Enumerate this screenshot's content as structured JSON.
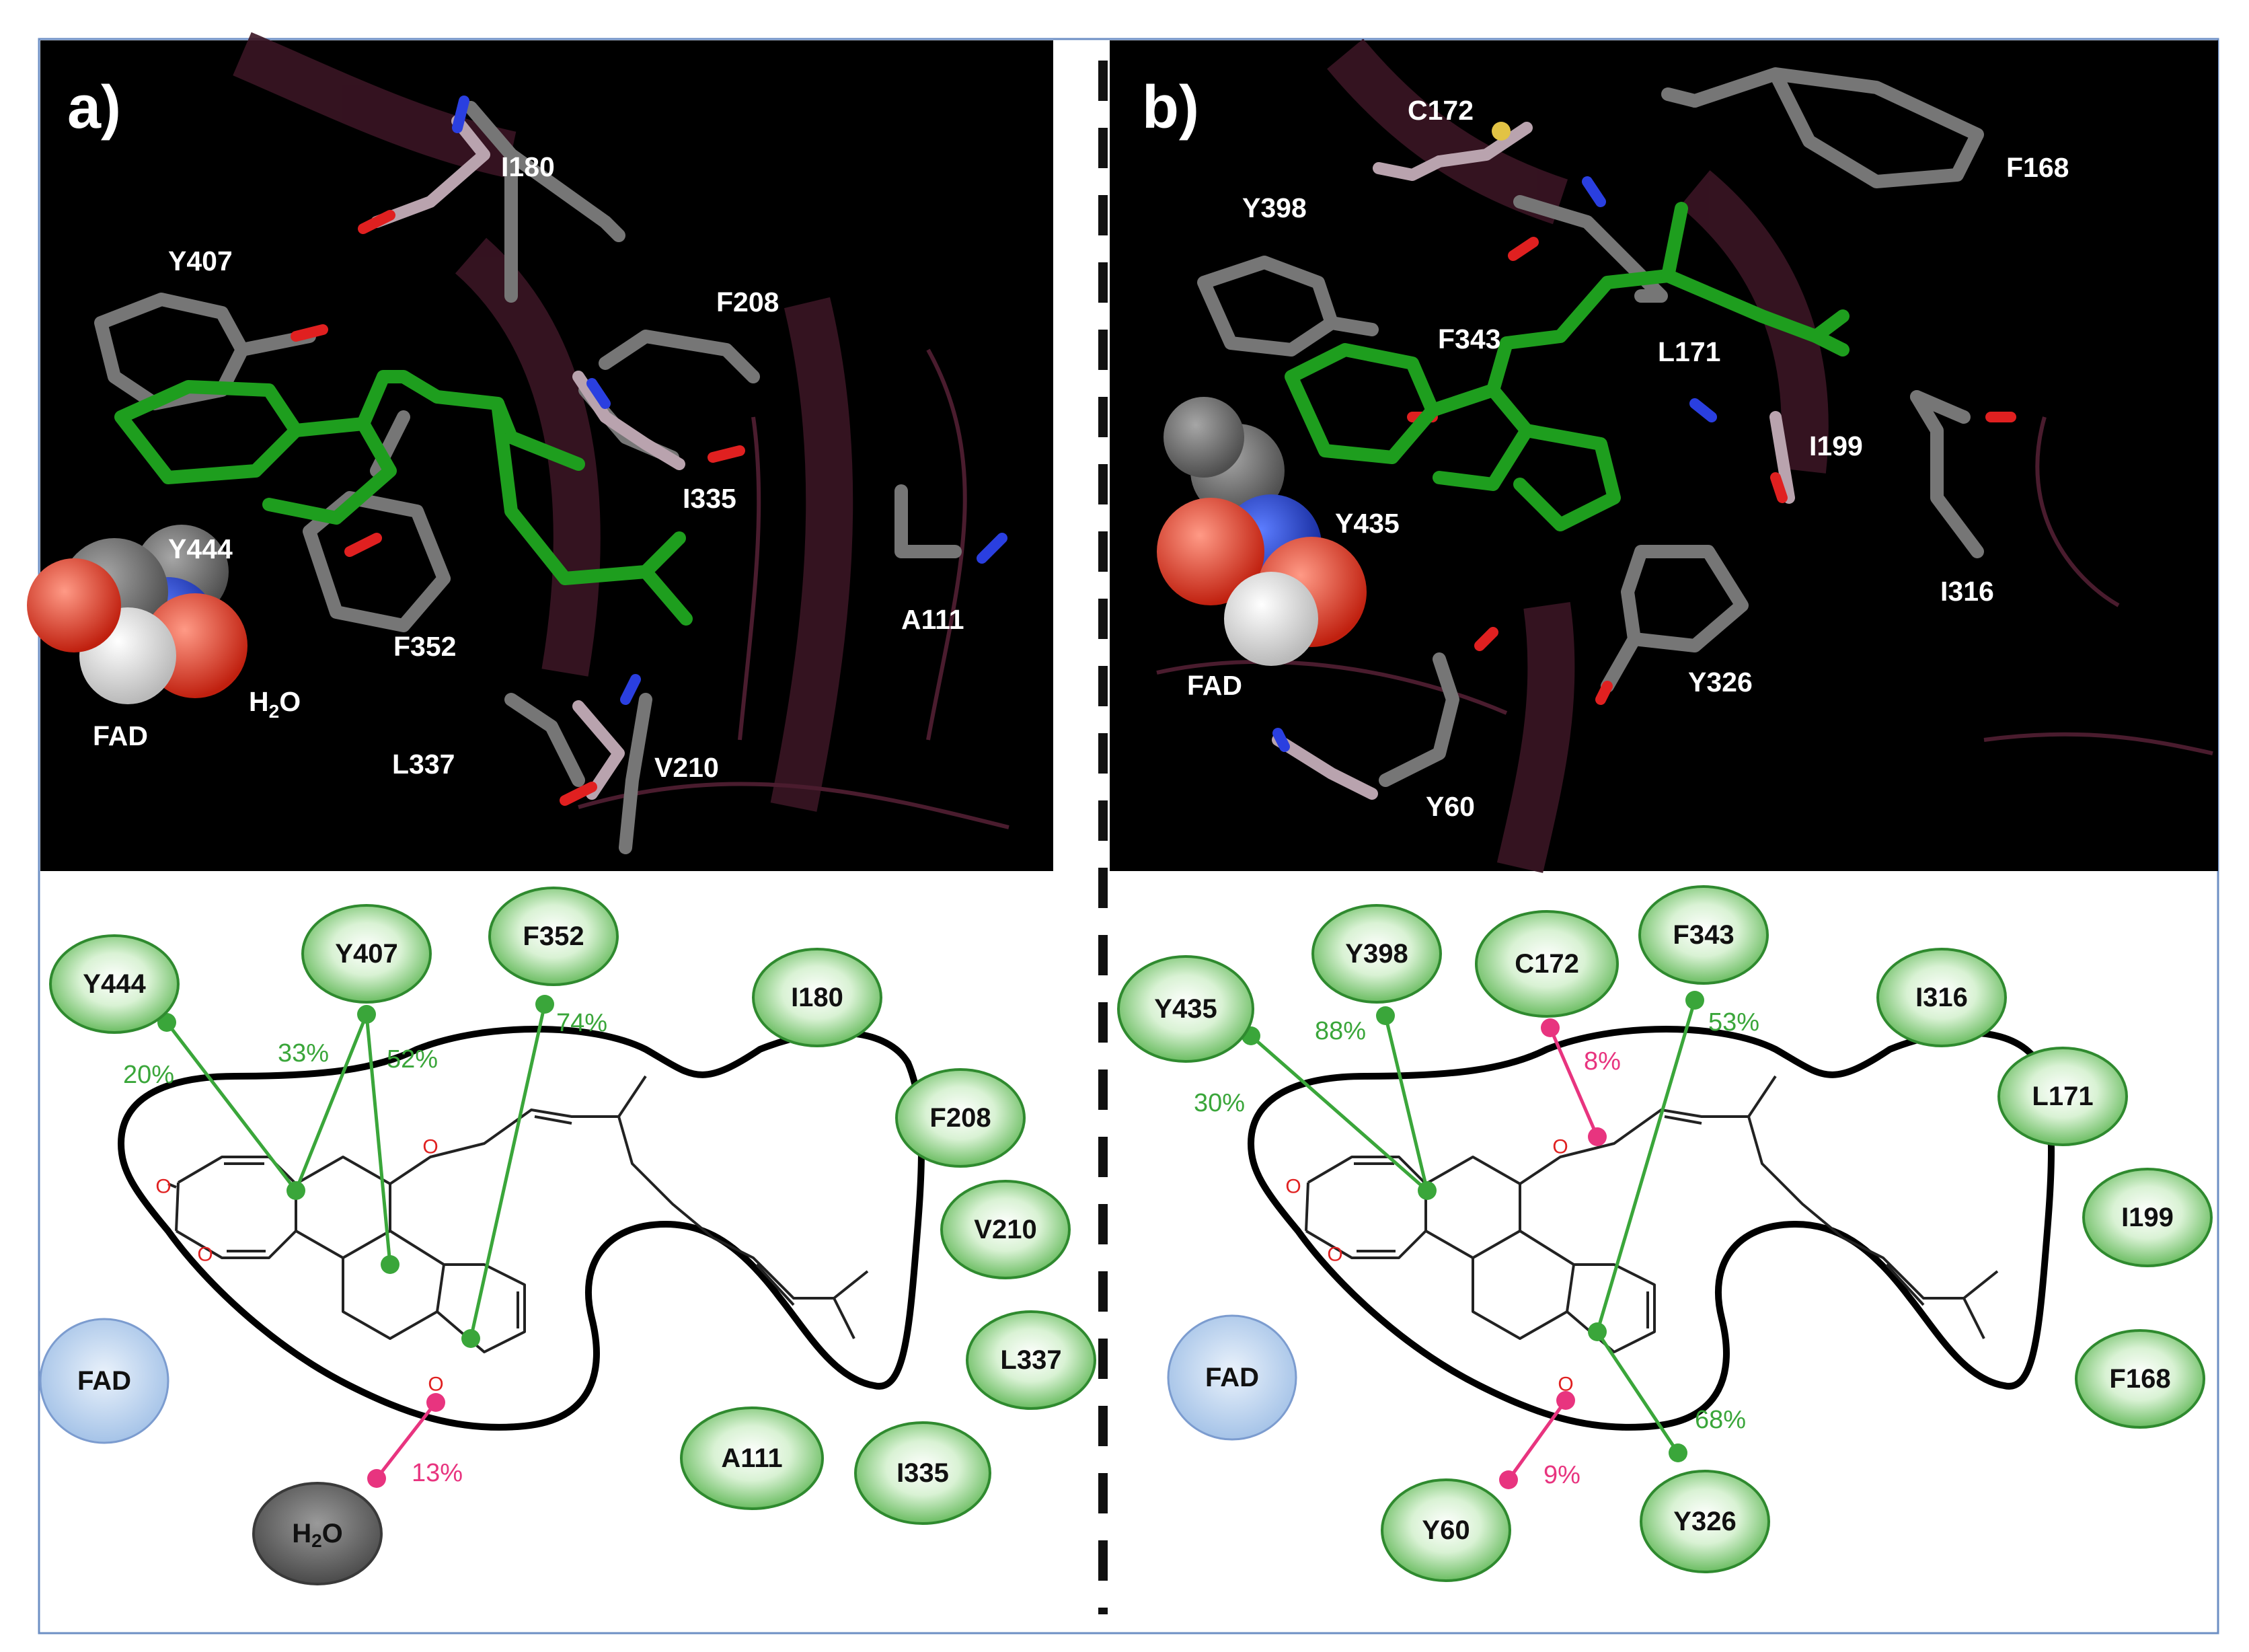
{
  "panels": {
    "a": {
      "letter": "a)",
      "labels_3d": {
        "I180": "I180",
        "Y407": "Y407",
        "F208": "F208",
        "I335": "I335",
        "Y444": "Y444",
        "A111": "A111",
        "F352": "F352",
        "FAD": "FAD",
        "H2O_main": "H",
        "H2O_sub": "2",
        "H2O_tail": "O",
        "L337": "L337",
        "V210": "V210"
      },
      "residues": {
        "Y444": "Y444",
        "Y407": "Y407",
        "F352": "F352",
        "I180": "I180",
        "F208": "F208",
        "V210": "V210",
        "L337": "L337",
        "A111": "A111",
        "I335": "I335",
        "FAD": "FAD",
        "H2O_main": "H",
        "H2O_sub": "2",
        "H2O_tail": "O"
      },
      "percentages": {
        "Y444": "20%",
        "Y407_a": "33%",
        "Y407_b": "52%",
        "F352": "74%",
        "H2O": "13%"
      }
    },
    "b": {
      "letter": "b)",
      "labels_3d": {
        "C172": "C172",
        "F168": "F168",
        "Y398": "Y398",
        "F343": "F343",
        "L171": "L171",
        "I199": "I199",
        "Y435": "Y435",
        "I316": "I316",
        "FAD": "FAD",
        "Y326": "Y326",
        "Y60": "Y60"
      },
      "residues": {
        "Y435": "Y435",
        "Y398": "Y398",
        "C172": "C172",
        "F343": "F343",
        "I316": "I316",
        "L171": "L171",
        "I199": "I199",
        "F168": "F168",
        "FAD": "FAD",
        "Y60": "Y60",
        "Y326": "Y326"
      },
      "percentages": {
        "Y435": "30%",
        "Y398": "88%",
        "C172": "8%",
        "F343": "53%",
        "Y326": "68%",
        "Y60": "9%"
      }
    }
  },
  "ligand_atoms": {
    "oxygen": "O"
  },
  "colors": {
    "hydrophobic_green": "#3aa63a",
    "hbond_pink": "#e8347f",
    "residue_fill": "#9fd89f",
    "fad_fill": "#a9c7ea",
    "water_fill": "#707070",
    "ligand_green": "#1e9e1e",
    "background_3d": "#000000"
  }
}
